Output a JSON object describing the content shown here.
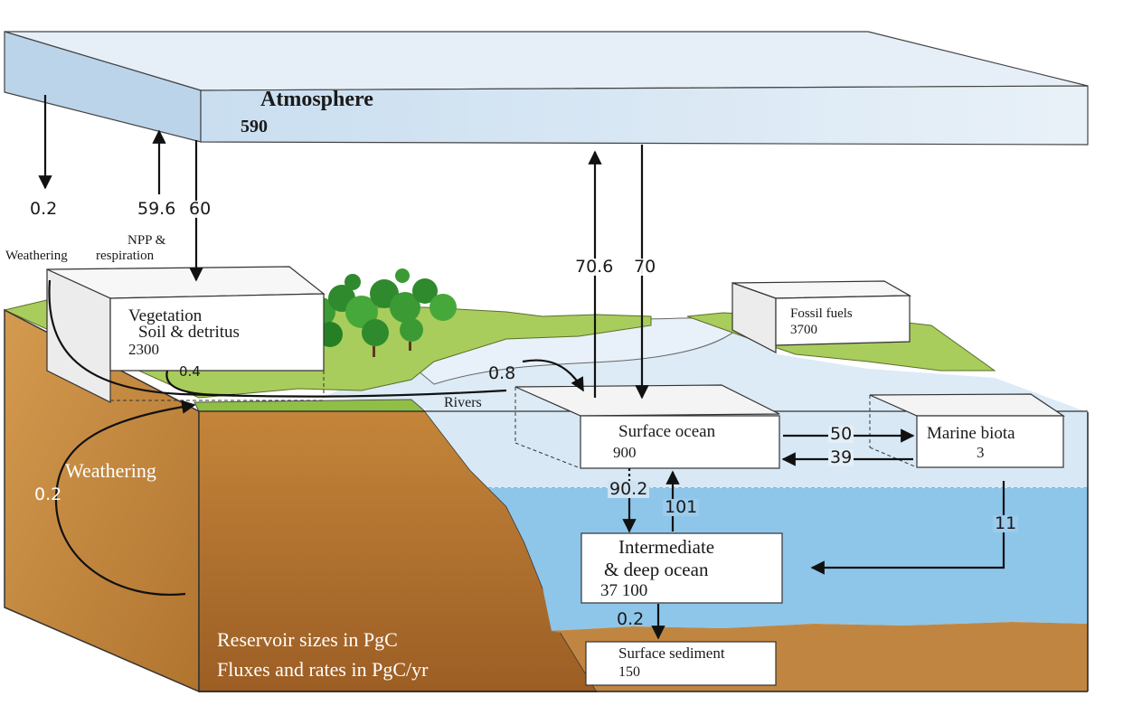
{
  "colors": {
    "atmosphere": "#d6e6f2",
    "shallow_water": "#dcebf6",
    "deep_water": "#8ec3e6",
    "soil": "#c88a3e",
    "soil_dark": "#a4652a",
    "land_green": "#9cc851",
    "tree_green": "#2f8a2e",
    "arrow": "#111111"
  },
  "reservoirs": {
    "atmosphere": {
      "name": "Atmosphere",
      "value": "590"
    },
    "vegetation": {
      "line1": "Vegetation",
      "line2": "Soil & detritus",
      "value": "2300"
    },
    "fossil_fuels": {
      "name": "Fossil fuels",
      "value": "3700"
    },
    "surface_ocean": {
      "name": "Surface ocean",
      "value": "900"
    },
    "marine_biota": {
      "name": "Marine biota",
      "value": "3"
    },
    "deep_ocean": {
      "line1": "Intermediate",
      "line2": "& deep ocean",
      "value": "37 100"
    },
    "surface_sediment": {
      "name": "Surface sediment",
      "value": "150"
    }
  },
  "fluxes": {
    "weathering_down": "0.2",
    "npp": "59.6",
    "respiration": "60",
    "ocean_up": "70.6",
    "ocean_down": "70",
    "rivers": "0.8",
    "land_river": "0.4",
    "surface_to_biota": "50",
    "biota_to_surface": "39",
    "downwelling": "90.2",
    "upwelling": "101",
    "biota_sinking": "11",
    "sedimentation": "0.2",
    "weathering_cycle": "0.2"
  },
  "labels": {
    "npp_line1": "NPP &",
    "npp_line2": "respiration",
    "weathering_small": "Weathering",
    "rivers": "Rivers",
    "weathering_big": "Weathering",
    "legend_line1": "Reservoir sizes in PgC",
    "legend_line2": "Fluxes and rates in PgC/yr"
  }
}
